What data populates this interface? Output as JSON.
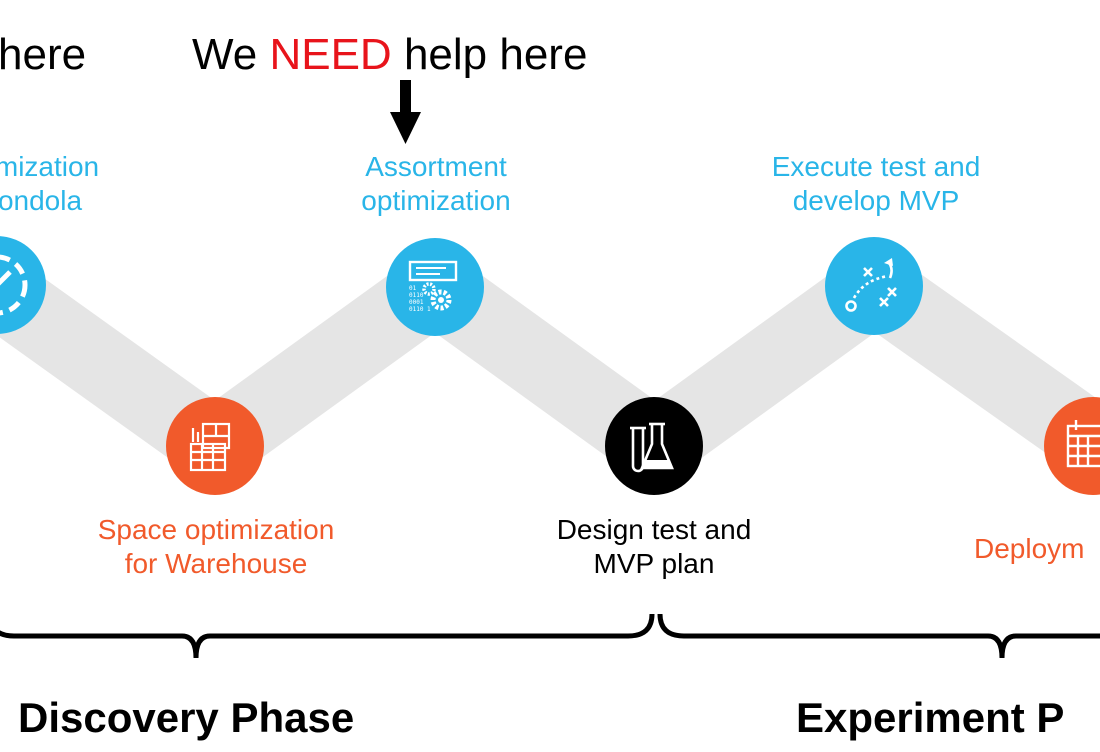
{
  "colors": {
    "cyan": "#29B5E8",
    "orange": "#F15A2B",
    "red": "#E8141B",
    "band": "#E5E5E5",
    "black": "#000000"
  },
  "header": {
    "left_fragment": "here",
    "need_prefix": "We",
    "need_word": "NEED",
    "need_suffix": "help here"
  },
  "steps": [
    {
      "icon": "target-icon",
      "color": "cyan",
      "line1": "timization",
      "line2": "ondola"
    },
    {
      "icon": "blueprint-icon",
      "color": "orange",
      "line1": "Space optimization",
      "line2": "for Warehouse"
    },
    {
      "icon": "data-gears-icon",
      "color": "cyan",
      "line1": "Assortment",
      "line2": "optimization"
    },
    {
      "icon": "lab-flask-icon",
      "color": "black",
      "line1": "Design test and",
      "line2": "MVP plan"
    },
    {
      "icon": "strategy-play-icon",
      "color": "cyan",
      "line1": "Execute test and",
      "line2": "develop MVP"
    },
    {
      "icon": "calendar-icon",
      "color": "orange",
      "line1": "Deploym",
      "line2": ""
    }
  ],
  "phases": [
    {
      "label": "Discovery Phase"
    },
    {
      "label": "Experiment P"
    }
  ]
}
